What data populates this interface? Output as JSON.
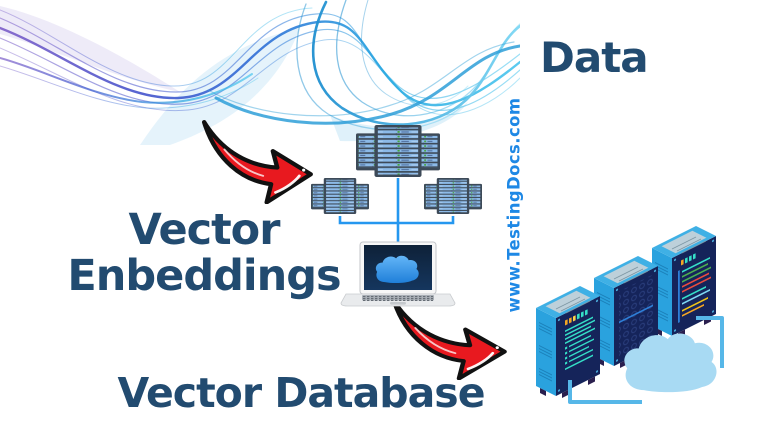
{
  "page": {
    "title": "Vector Database Diagram",
    "background": "#ffffff"
  },
  "labels": {
    "data": "Data",
    "embeddings_line1": "Vector",
    "embeddings_line2": "Enbeddings",
    "database": "Vector Database",
    "watermark": "www.TestingDocs.com"
  },
  "colors": {
    "heading_navy": "#224b70",
    "watermark_blue": "#1e88e5",
    "arrow_red": "#e8191f",
    "arrow_outline": "#111111",
    "connector_blue": "#2597ef",
    "wave_purple": "#7d5ec8",
    "wave_blue": "#2f6fd6",
    "wave_cyan": "#29abe2",
    "rack_frame": "#3d4a58",
    "rack_bar": "#8cbae8",
    "rack_led": "#45a33c",
    "tower_front_navy": "#15245a",
    "tower_side_blue": "#2aa2de",
    "tower_detail_teal": "#35e0c8",
    "cloud_fill": "#a8daf3"
  },
  "diagram": {
    "nodes": [
      "abstract-data-waves",
      "server-cluster",
      "laptop-with-cloud",
      "database-towers-with-cloud"
    ],
    "flow": [
      {
        "from": "abstract-data-waves",
        "to": "server-cluster",
        "via": "red-arrow"
      },
      {
        "from": "laptop-with-cloud",
        "to": "database-towers-with-cloud",
        "via": "red-arrow"
      }
    ]
  }
}
